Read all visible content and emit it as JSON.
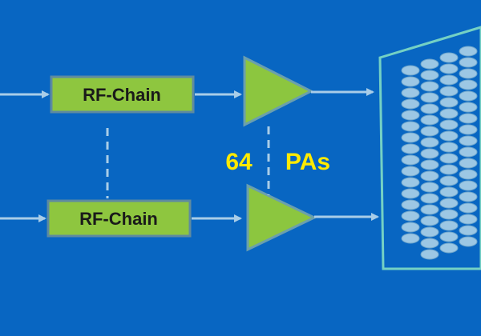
{
  "diagram": {
    "blocks": [
      {
        "label": "RF-Chain"
      },
      {
        "label": "RF-Chain"
      }
    ],
    "pa_label": {
      "count": "64",
      "unit": "PAs"
    },
    "colors": {
      "background": "#0866c2",
      "block_fill": "#8ec63f",
      "block_stroke": "#5e8aa0",
      "amplifier_fill": "#8cc63f",
      "amplifier_stroke": "#6a9fae",
      "arrow": "#a9cde8",
      "dashed_line": "#a9cde8",
      "pa_text": "#ffea00",
      "array_panel_stroke": "#74d1c4",
      "array_element_fill": "#9cc7e4",
      "array_element_stroke": "#6ea6cc"
    },
    "antenna_array": {
      "shape": "trapezoid-panel",
      "element": "ellipse"
    }
  }
}
